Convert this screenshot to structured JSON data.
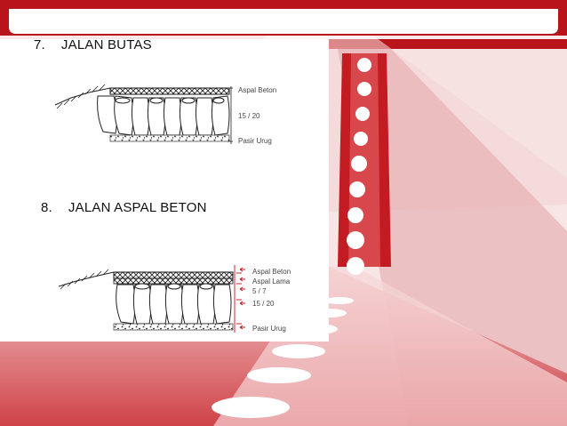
{
  "sections": [
    {
      "number": "7.",
      "title": "JALAN BUTAS",
      "labels": [
        "Aspal Beton",
        "15 / 20",
        "Pasir Urug"
      ]
    },
    {
      "number": "8.",
      "title": "JALAN ASPAL BETON",
      "labels": [
        "Aspal Beton",
        "Aspal Lama",
        "5 / 7",
        "15 / 20",
        "Pasir Urug"
      ]
    }
  ],
  "colors": {
    "accent_red": "#c0141a",
    "soft_red": "#e8a8aa",
    "header_bar": "#ffffff"
  }
}
